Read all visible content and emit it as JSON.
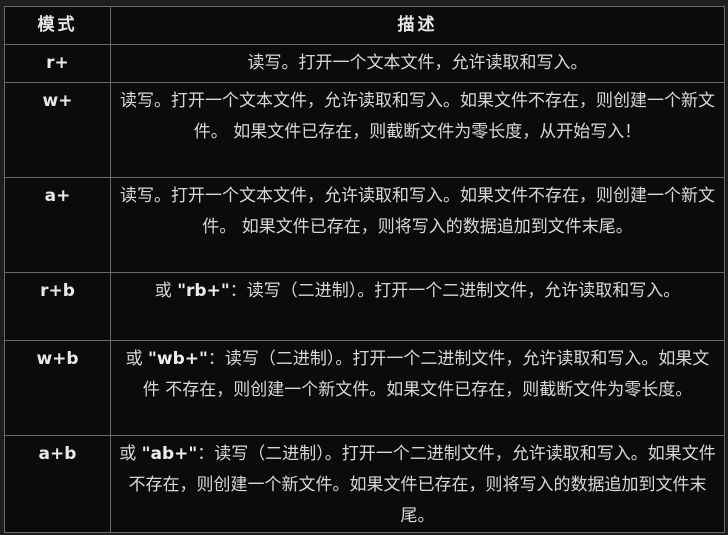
{
  "table": {
    "headers": {
      "mode": "模式",
      "description": "描述"
    },
    "rows": [
      {
        "mode": "r+",
        "prefix": "",
        "quoted": "",
        "sep": "",
        "description": "读写。打开一个文本文件，允许读取和写入。"
      },
      {
        "mode": "w+",
        "prefix": "",
        "quoted": "",
        "sep": "",
        "description": "读写。打开一个文本文件，允许读取和写入。如果文件不存在，则创建一个新文件。 如果文件已存在，则截断文件为零长度，从开始写入！"
      },
      {
        "mode": "a+",
        "prefix": "",
        "quoted": "",
        "sep": "",
        "description": "读写。打开一个文本文件，允许读取和写入。如果文件不存在，则创建一个新文件。 如果文件已存在，则将写入的数据追加到文件末尾。"
      },
      {
        "mode": "r+b",
        "prefix": "或 ",
        "quoted": "\"rb+\"",
        "sep": "：",
        "description": "读写（二进制）。打开一个二进制文件，允许读取和写入。"
      },
      {
        "mode": "w+b",
        "prefix": "或 ",
        "quoted": "\"wb+\"",
        "sep": "：",
        "description": "读写（二进制）。打开一个二进制文件，允许读取和写入。如果文件 不存在，则创建一个新文件。如果文件已存在，则截断文件为零长度。"
      },
      {
        "mode": "a+b",
        "prefix": "或 ",
        "quoted": "\"ab+\"",
        "sep": "：",
        "description": "读写（二进制）。打开一个二进制文件，允许读取和写入。如果文件 不存在，则创建一个新文件。如果文件已存在，则将写入的数据追加到文件末尾。"
      }
    ]
  }
}
